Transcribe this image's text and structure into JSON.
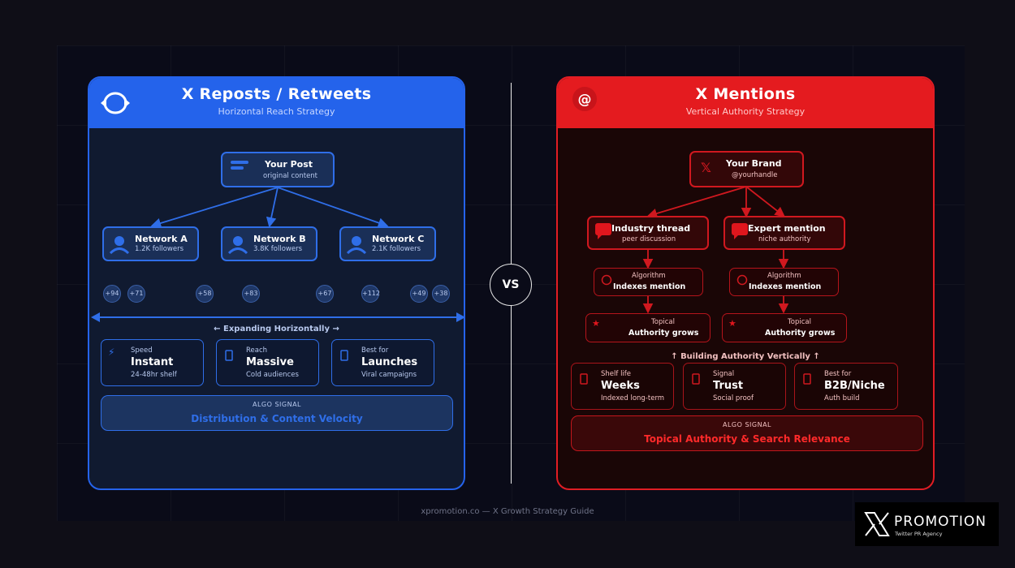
{
  "left": {
    "title": "X Reposts / Retweets",
    "subtitle": "Horizontal Reach Strategy",
    "post": {
      "title": "Your Post",
      "sub": "original content"
    },
    "networks": [
      {
        "name": "Network A",
        "followers": "1.2K followers"
      },
      {
        "name": "Network B",
        "followers": "3.8K followers"
      },
      {
        "name": "Network C",
        "followers": "2.1K followers"
      }
    ],
    "bubbles": [
      "+94",
      "+71",
      "+58",
      "+83",
      "+67",
      "+112",
      "+49",
      "+38"
    ],
    "expand_caption": "← Expanding Horizontally →",
    "stats": [
      {
        "label": "Speed",
        "value": "Instant",
        "desc": "24-48hr shelf",
        "icon": "lightning-icon"
      },
      {
        "label": "Reach",
        "value": "Massive",
        "desc": "Cold audiences",
        "icon": "reach-icon"
      },
      {
        "label": "Best for",
        "value": "Launches",
        "desc": "Viral campaigns",
        "icon": "rocket-icon"
      }
    ],
    "algo_label": "ALGO SIGNAL",
    "algo_value": "Distribution & Content Velocity"
  },
  "right": {
    "title": "X Mentions",
    "subtitle": "Vertical Authority Strategy",
    "brand": {
      "title": "Your Brand",
      "sub": "@yourhandle"
    },
    "branches": [
      {
        "title": "Industry thread",
        "sub": "peer discussion"
      },
      {
        "title": "Expert mention",
        "sub": "niche authority"
      }
    ],
    "algorithm": [
      {
        "label": "Algorithm",
        "value": "Indexes mention"
      },
      {
        "label": "Algorithm",
        "value": "Indexes mention"
      }
    ],
    "topical": [
      {
        "label": "Topical",
        "value": "Authority grows"
      },
      {
        "label": "Topical",
        "value": "Authority grows"
      }
    ],
    "vertical_caption": "↑ Building Authority Vertically ↑",
    "stats": [
      {
        "label": "Shelf life",
        "value": "Weeks",
        "desc": "Indexed long-term",
        "icon": "clock-icon"
      },
      {
        "label": "Signal",
        "value": "Trust",
        "desc": "Social proof",
        "icon": "shield-icon"
      },
      {
        "label": "Best for",
        "value": "B2B/Niche",
        "desc": "Auth build",
        "icon": "briefcase-icon"
      }
    ],
    "algo_label": "ALGO SIGNAL",
    "algo_value": "Topical Authority & Search Relevance"
  },
  "vs": "VS",
  "footer": "xpromotion.co  —  X Growth Strategy Guide",
  "brand_badge": {
    "name": "PROMOTION",
    "tagline": "Twitter PR Agency"
  },
  "colors": {
    "blue": "#2463eb",
    "red": "#e41b1f",
    "background": "#0f0e17"
  }
}
